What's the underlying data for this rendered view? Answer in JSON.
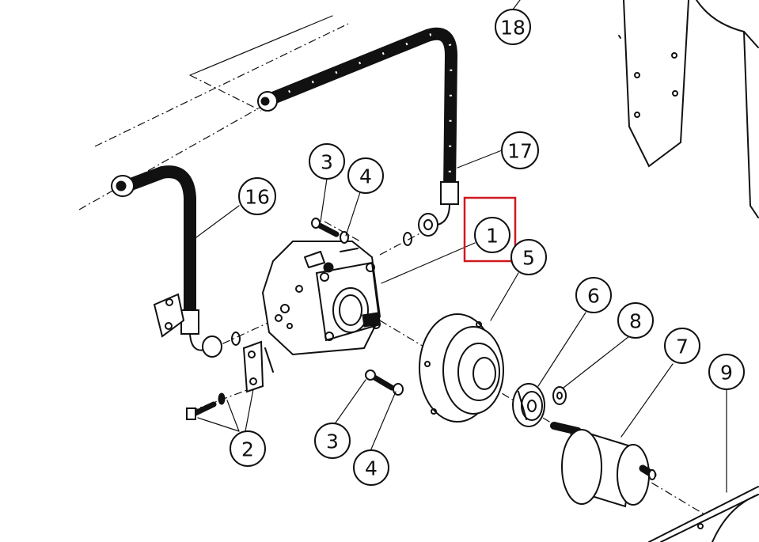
{
  "diagram": {
    "highlight_color": "#d0181f",
    "highlighted_callout": "1",
    "callouts": [
      {
        "id": "c18",
        "label": "18"
      },
      {
        "id": "c17",
        "label": "17"
      },
      {
        "id": "c16",
        "label": "16"
      },
      {
        "id": "c3a",
        "label": "3"
      },
      {
        "id": "c4a",
        "label": "4"
      },
      {
        "id": "c1",
        "label": "1"
      },
      {
        "id": "c5",
        "label": "5"
      },
      {
        "id": "c6",
        "label": "6"
      },
      {
        "id": "c8",
        "label": "8"
      },
      {
        "id": "c7",
        "label": "7"
      },
      {
        "id": "c9",
        "label": "9"
      },
      {
        "id": "c2",
        "label": "2"
      },
      {
        "id": "c3b",
        "label": "3"
      },
      {
        "id": "c4b",
        "label": "4"
      }
    ]
  }
}
